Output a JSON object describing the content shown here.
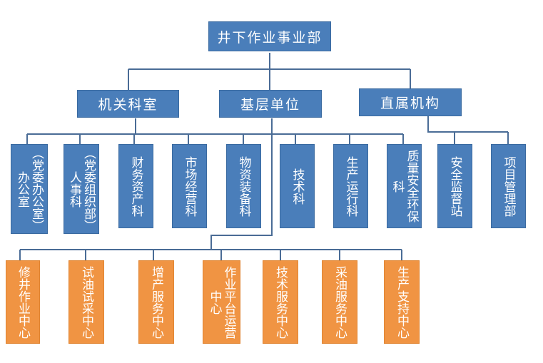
{
  "root": "井下作业事业部",
  "groups": [
    "机关科室",
    "基层单位",
    "直属机构"
  ],
  "offices": [
    "（党委办公室）办公室",
    "（党委组织部）人事科",
    "财务资产科",
    "市场经营科",
    "物资装备科",
    "技术科",
    "生产运行科",
    "质量安全环保科",
    "安全监督站",
    "项目管理部"
  ],
  "units": [
    "修井作业中心",
    "试油试采中心",
    "增产服务中心",
    "作业平台运营中心",
    "技术服务中心",
    "采油服务中心",
    "生产支持中心"
  ],
  "colors": {
    "blue": "#4a7eba",
    "orange": "#f09443",
    "line": "#4a6c96"
  }
}
